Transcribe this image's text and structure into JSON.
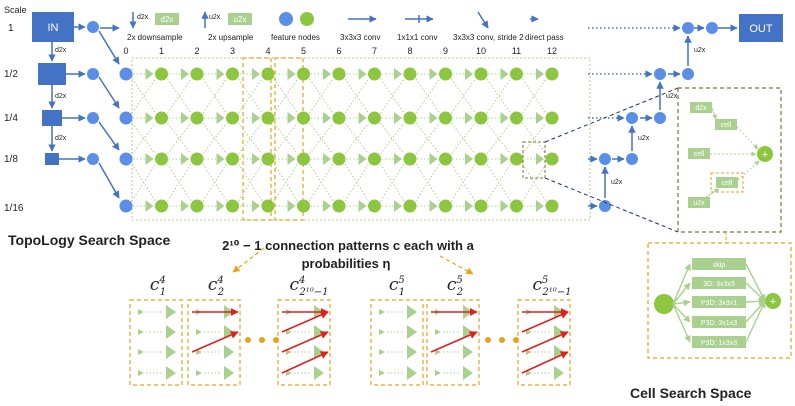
{
  "colors": {
    "blue": "#4472c4",
    "blue_node": "#5b8ee6",
    "green": "#8cc63f",
    "green_light": "#a9d18e",
    "green_box": "#a9d08e",
    "orange": "#e8a317",
    "red": "#e02020",
    "gray_border": "#8a8a8a"
  },
  "topology": {
    "scale_header": "Scale",
    "scale_labels": [
      "1",
      "1/2",
      "1/4",
      "1/8",
      "1/16"
    ],
    "in_label": "IN",
    "out_label": "OUT",
    "column_numbers": [
      "0",
      "1",
      "2",
      "3",
      "4",
      "5",
      "6",
      "7",
      "8",
      "9",
      "10",
      "11",
      "12"
    ],
    "d2x": "d2x",
    "u2x": "u2x",
    "title": "TopoLogy Search Space"
  },
  "legend": {
    "downsample": "2x downsample",
    "upsample": "2x upsample",
    "feature_nodes": "feature nodes",
    "conv3": "3x3x3 conv",
    "conv1": "1x1x1 conv",
    "conv3s2": "3x3x3 conv, stride 2",
    "direct": "direct pass",
    "d2x_box": "d2x",
    "u2x_box": "u2x"
  },
  "connections": {
    "line1": "2¹⁰ − 1 connection patterns c each with a",
    "line2": "probabilities η",
    "patterns": [
      {
        "base": "c",
        "sup": "4",
        "sub": "1"
      },
      {
        "base": "c",
        "sup": "4",
        "sub": "2"
      },
      {
        "base": "c",
        "sup": "4",
        "sub": "2¹⁰−1"
      },
      {
        "base": "c",
        "sup": "5",
        "sub": "1"
      },
      {
        "base": "c",
        "sup": "5",
        "sub": "2"
      },
      {
        "base": "c",
        "sup": "5",
        "sub": "2¹⁰−1"
      }
    ]
  },
  "cell_zoom": {
    "d2x": "d2x",
    "cell": "cell",
    "u2x": "u2x",
    "plus": "+"
  },
  "cell_search": {
    "ops": [
      "skip",
      "3D: 3x3x3",
      "P3D: 3x3x1",
      "P3D: 3x1x3",
      "P3D: 1x3x3"
    ],
    "plus": "+",
    "title": "Cell Search Space"
  }
}
